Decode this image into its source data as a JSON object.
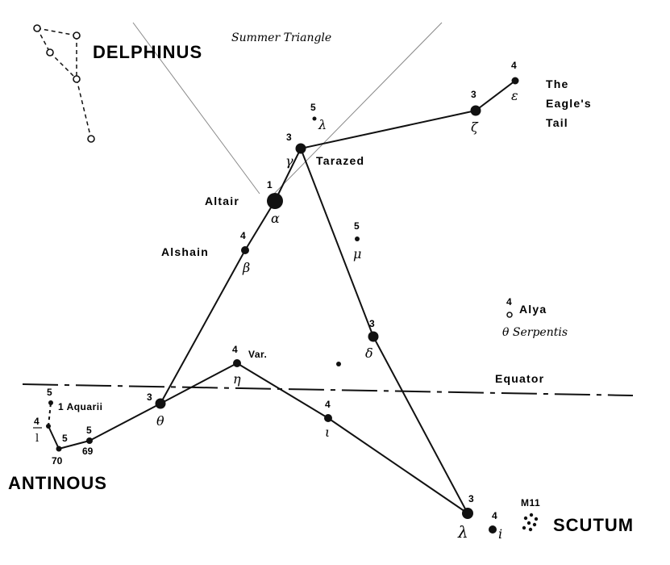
{
  "constellations": {
    "delphinus": "DELPHINUS",
    "antinous": "ANTINOUS",
    "scutum": "SCUTUM"
  },
  "labels": {
    "summer_triangle": "Summer Triangle",
    "eagles_tail_line1": "The",
    "eagles_tail_line2": "Eagle's",
    "eagles_tail_line3": "Tail",
    "equator": "Equator",
    "altair": "Altair",
    "tarazed": "Tarazed",
    "alshain": "Alshain",
    "alya": "Alya",
    "theta_serpentis": "θ Serpentis",
    "var": "Var.",
    "aquarii": "1 Aquarii",
    "m11": "M11"
  },
  "magnitudes": {
    "altair": "1",
    "gamma": "3",
    "lambda_top": "5",
    "zeta": "3",
    "epsilon": "4",
    "beta": "4",
    "mu": "5",
    "delta": "3",
    "eta": "4",
    "iota": "4",
    "theta": "3",
    "lambda_bottom": "3",
    "i_star": "4",
    "alya": "4",
    "aq1": "5",
    "l_star": "4",
    "star70": "5",
    "star69": "5"
  },
  "greek": {
    "alpha": "α",
    "gamma": "γ",
    "lambda_top": "λ",
    "zeta": "ζ",
    "epsilon": "ε",
    "beta": "β",
    "mu": "μ",
    "delta": "δ",
    "eta": "η",
    "iota": "ι",
    "theta": "θ",
    "lambda_bottom": "λ",
    "i_star": "i",
    "l_star": "l"
  },
  "numbers": {
    "n70": "70",
    "n69": "69"
  }
}
